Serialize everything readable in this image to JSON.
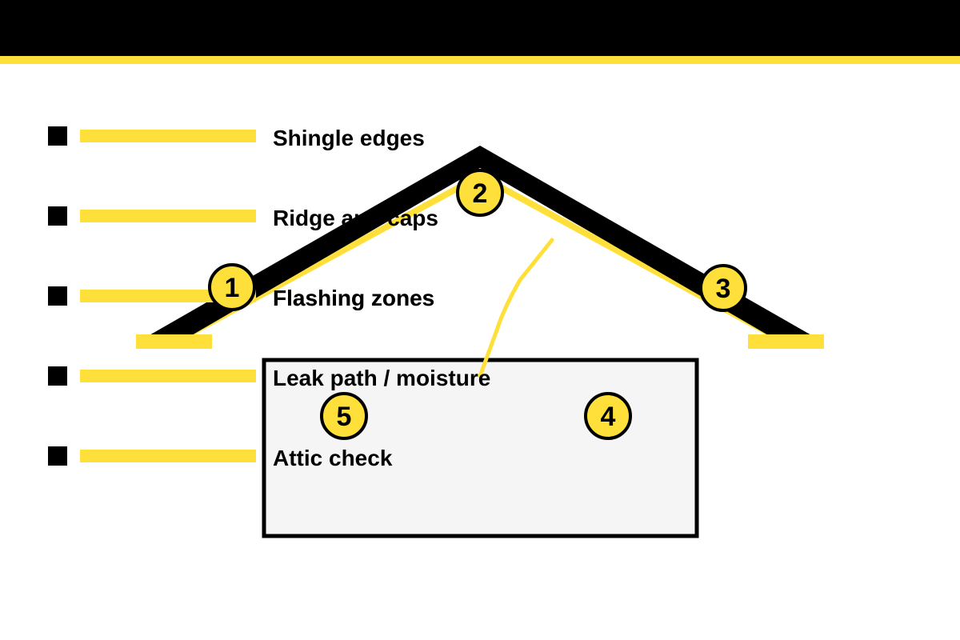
{
  "colors": {
    "ink": "#000000",
    "accent": "#ffe03a",
    "house_fill": "#f5f5f5",
    "background": "#ffffff"
  },
  "legend": [
    {
      "label": "Shingle edges"
    },
    {
      "label": "Ridge and caps"
    },
    {
      "label": "Flashing zones"
    },
    {
      "label": "Leak path / moisture"
    },
    {
      "label": "Attic check"
    }
  ],
  "markers": [
    {
      "number": "1",
      "ref": "legend-flashing"
    },
    {
      "number": "2",
      "ref": "legend-ridge"
    },
    {
      "number": "3",
      "ref": "legend-flashing"
    },
    {
      "number": "4",
      "ref": "legend-leak"
    },
    {
      "number": "5",
      "ref": "legend-attic"
    }
  ]
}
